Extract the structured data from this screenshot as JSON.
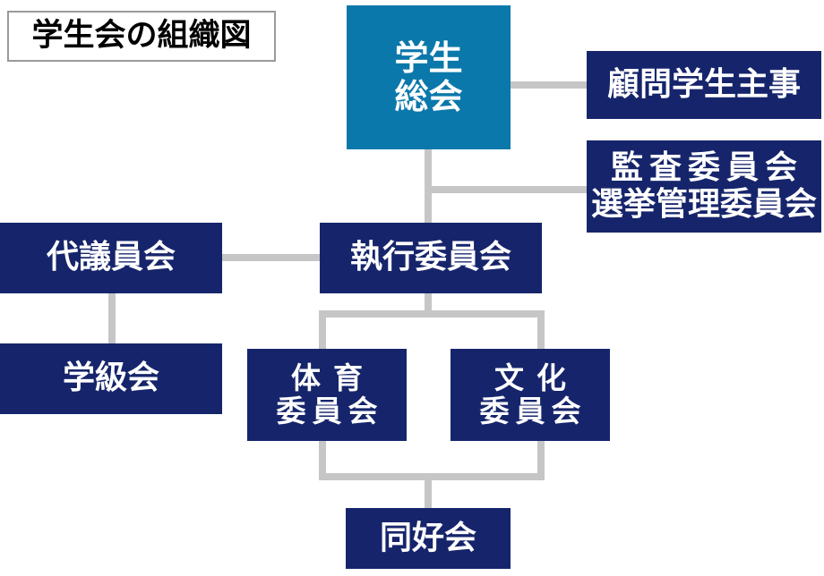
{
  "title_box": {
    "label": "学生会の組織図"
  },
  "nodes": {
    "general_assembly": {
      "line1": "学生",
      "line2": "総会"
    },
    "advisor": {
      "line1": "顧問学生主事"
    },
    "committees_right": {
      "line1": "監査委員会",
      "line2": "選挙管理委員会"
    },
    "delegates": {
      "line1": "代議員会"
    },
    "class_meeting": {
      "line1": "学級会"
    },
    "executive": {
      "line1": "執行委員会"
    },
    "athletics": {
      "line1": "体育",
      "line2": "委員会"
    },
    "culture": {
      "line1": "文化",
      "line2": "委員会"
    },
    "clubs": {
      "line1": "同好会"
    }
  },
  "colors": {
    "navy": "#16256b",
    "cyan": "#0b78ab",
    "connector": "#c6c6c6",
    "title_border": "#9a9a9a",
    "text_on_box": "#ffffff",
    "title_text": "#000000",
    "background": "#ffffff"
  }
}
